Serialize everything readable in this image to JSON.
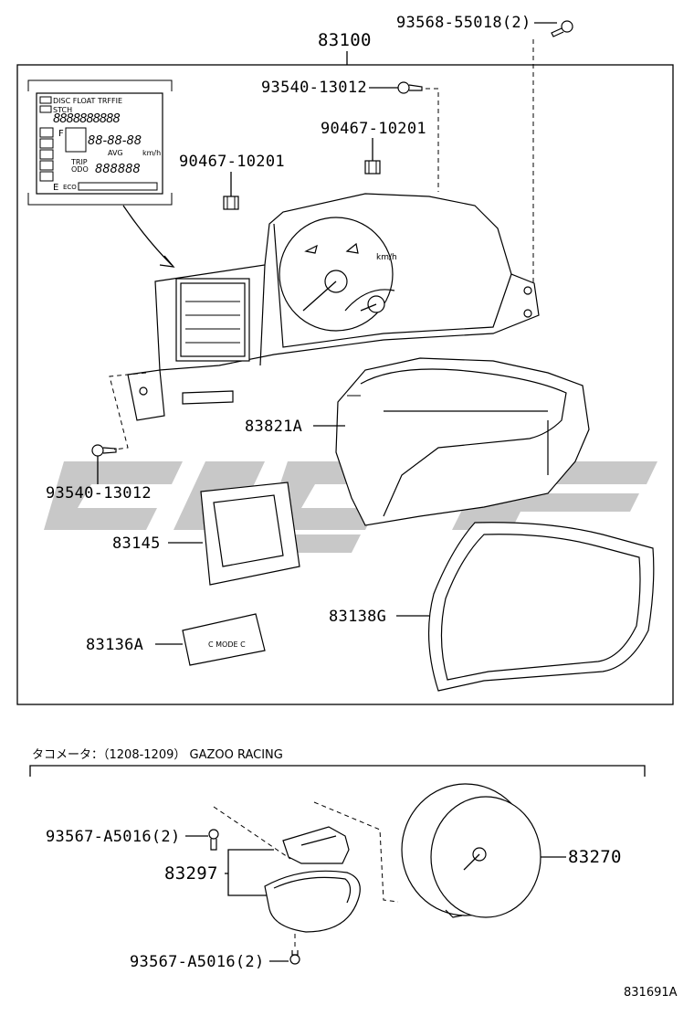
{
  "main_group": {
    "assembly_number": "83100",
    "lcd_inset": {
      "row1": "DISC FLOAT TRFFIE",
      "row2": "STCH",
      "odo_digits": "8888888888",
      "time_digits": "88-88-88",
      "unit": "km/h",
      "avg_label": "AVG",
      "trip_label": "TRIP",
      "odo_label": "ODO",
      "trip_digits": "888888",
      "f_label": "F",
      "e_label": "E",
      "eco_label": "ECO"
    },
    "cluster_unit_label": "km/h",
    "mode_button_label": "C MODE C"
  },
  "callouts": {
    "p1": "93568-55018(2)",
    "p2": "93540-13012",
    "p3": "90467-10201",
    "p4": "90467-10201",
    "p5": "83821A",
    "p6": "93540-13012",
    "p7": "83145",
    "p8": "83138G",
    "p9": "83136A"
  },
  "sub_group": {
    "title": "タコメータ：（1208-1209） GAZOO RACING",
    "p1": "93567-A5016(2)",
    "p2": "83297",
    "p3": "83270",
    "p4": "93567-A5016(2)"
  },
  "figure_id": "831691A",
  "watermark_color": "#c8c8c8"
}
